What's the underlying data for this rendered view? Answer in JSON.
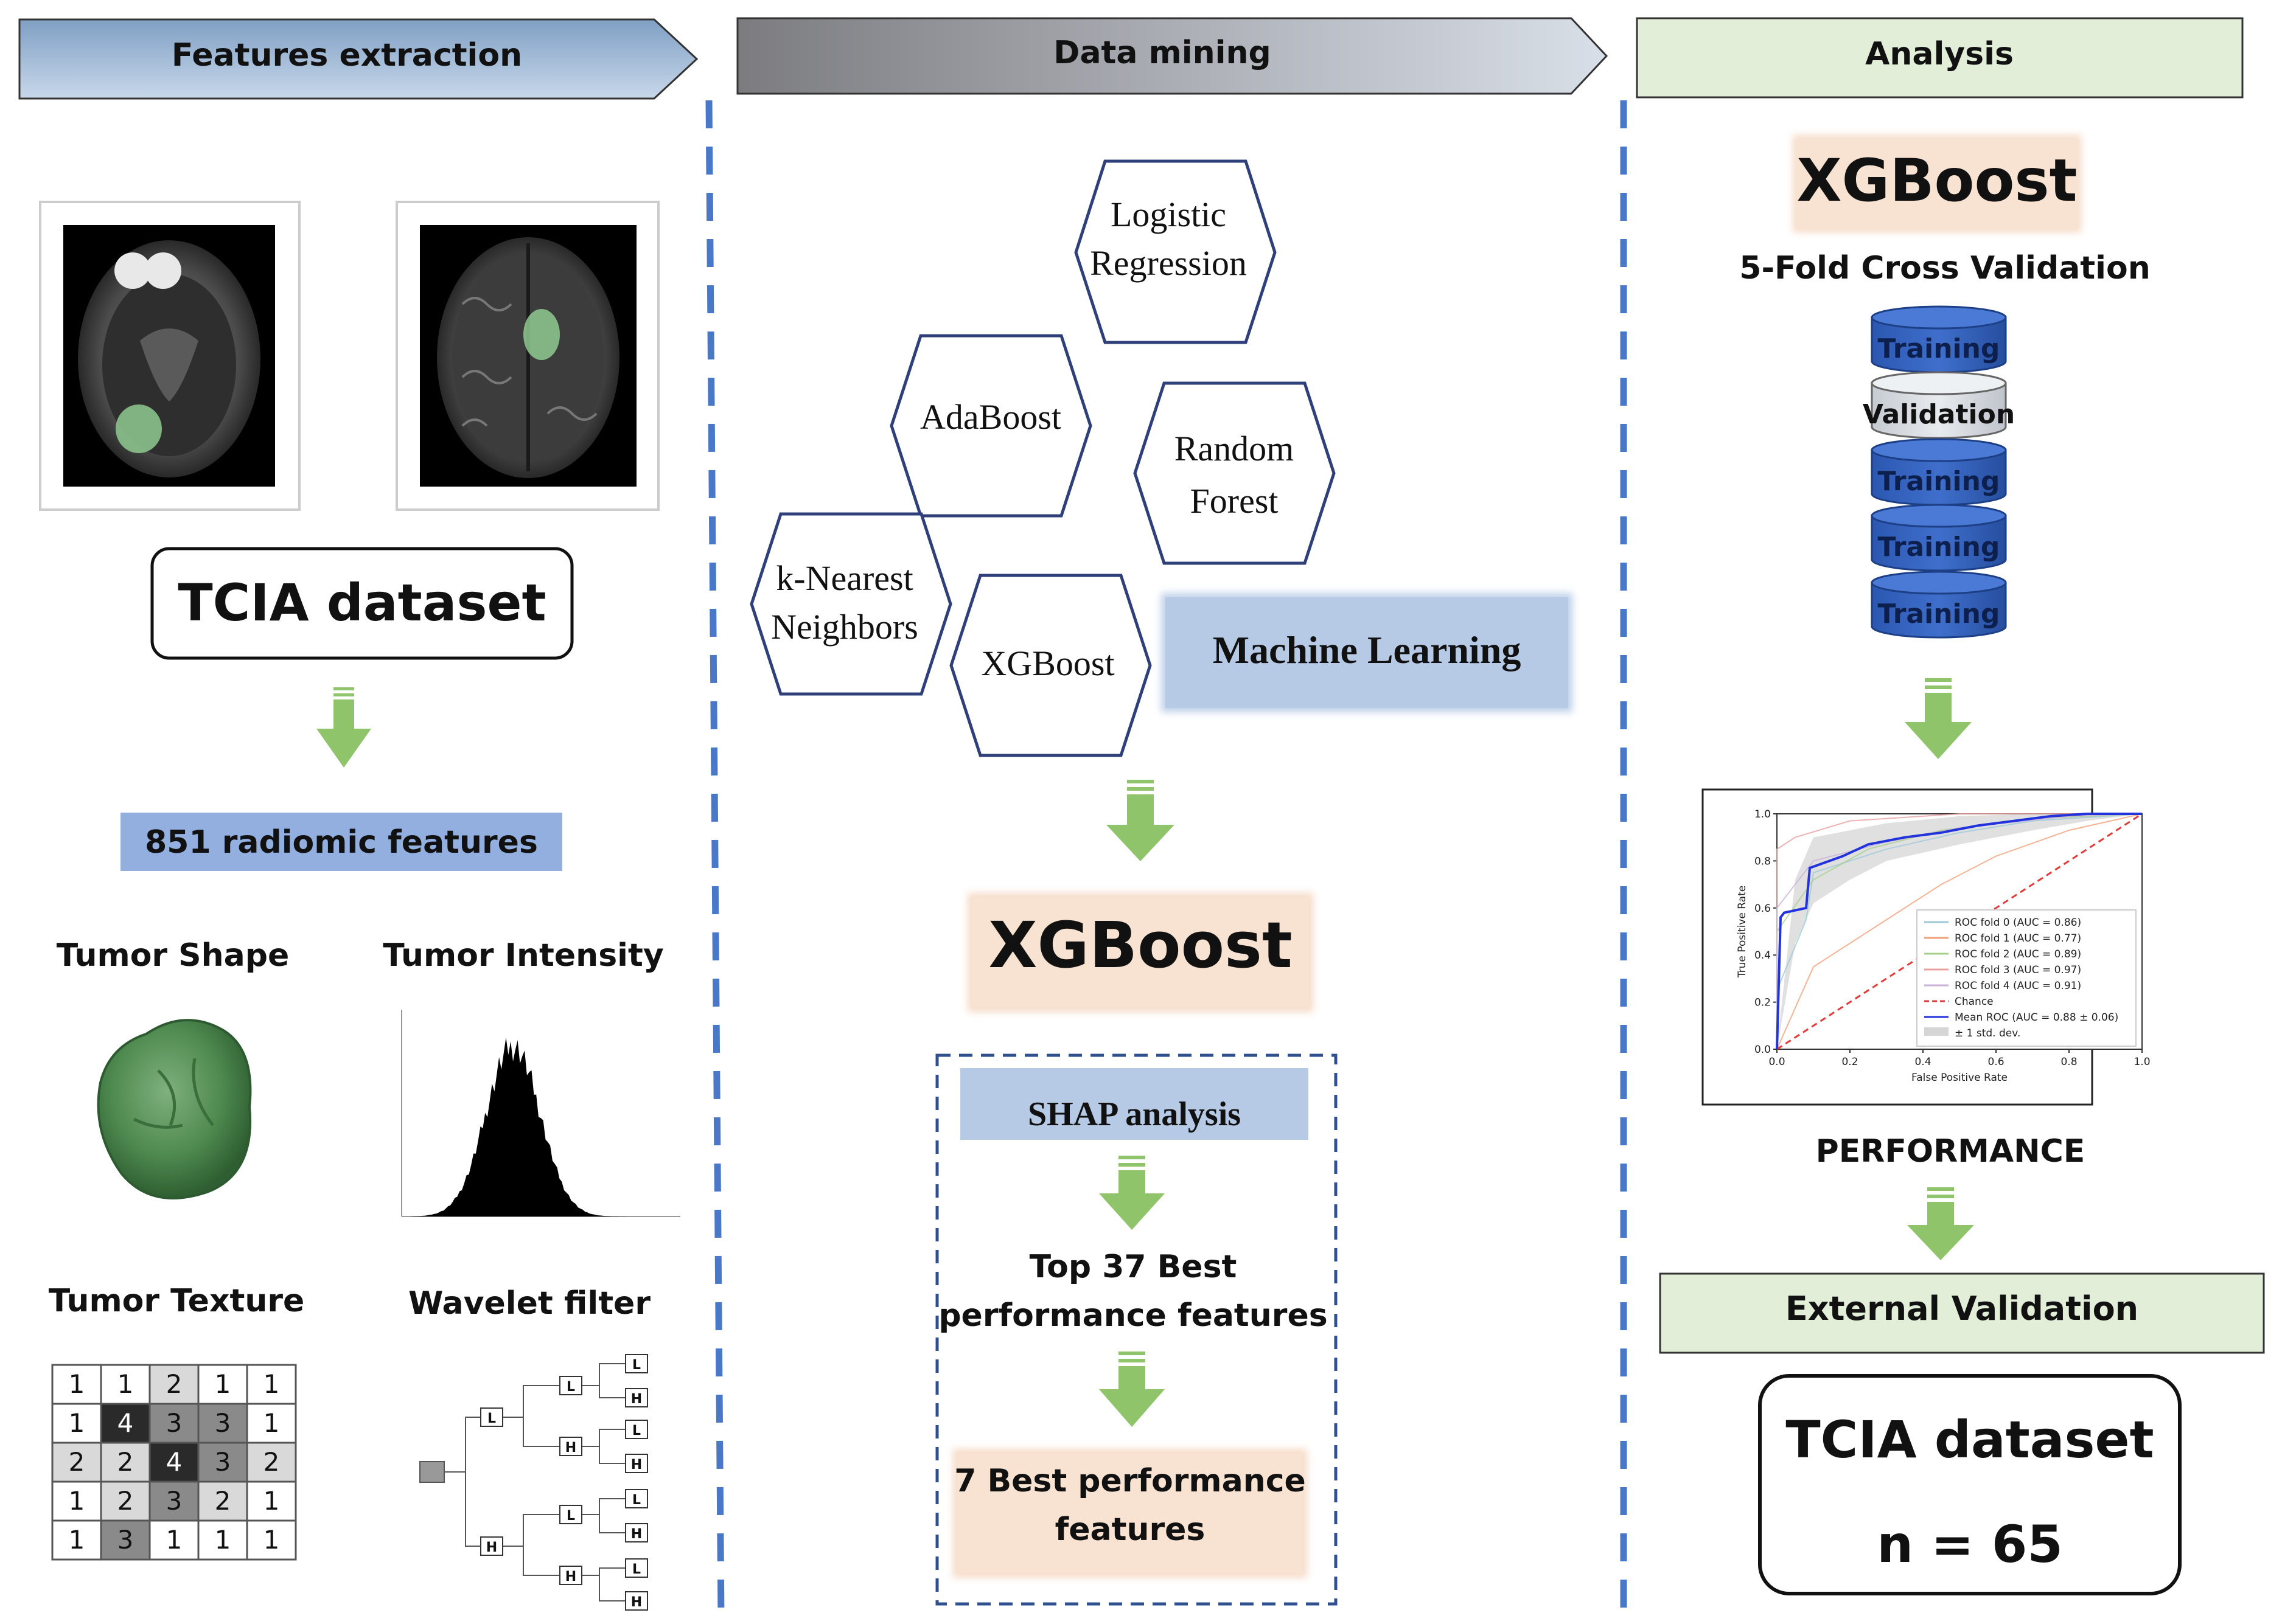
{
  "headers": {
    "features_extraction": "Features extraction",
    "data_mining": "Data mining",
    "analysis": "Analysis"
  },
  "left": {
    "dataset_label": "TCIA dataset",
    "radiomic_features": "851 radiomic features",
    "tumor_shape": "Tumor Shape",
    "tumor_intensity": "Tumor Intensity",
    "tumor_texture": "Tumor Texture",
    "wavelet_filter": "Wavelet filter",
    "texture_grid": [
      [
        1,
        1,
        2,
        1,
        1
      ],
      [
        1,
        4,
        3,
        3,
        1
      ],
      [
        2,
        2,
        4,
        3,
        2
      ],
      [
        1,
        2,
        3,
        2,
        1
      ],
      [
        1,
        3,
        1,
        1,
        1
      ]
    ],
    "wavelet_nodes": [
      "L",
      "H",
      "L",
      "H",
      "L",
      "H",
      "L",
      "H",
      "L",
      "H",
      "L",
      "H",
      "L",
      "H"
    ]
  },
  "middle": {
    "models": {
      "logistic_1": "Logistic",
      "logistic_2": "Regression",
      "adaboost": "AdaBoost",
      "rf_1": "Random",
      "rf_2": "Forest",
      "knn_1": "k-Nearest",
      "knn_2": "Neighbors",
      "xgboost": "XGBoost"
    },
    "machine_learning": "Machine Learning",
    "selected_model": "XGBoost",
    "shap": "SHAP analysis",
    "top37_1": "Top 37 Best",
    "top37_2": "performance features",
    "best7_1": "7 Best performance",
    "best7_2": "features"
  },
  "right": {
    "model": "XGBoost",
    "cv": "5-Fold Cross Validation",
    "folds": [
      "Training",
      "Validation",
      "Training",
      "Training",
      "Training"
    ],
    "performance": "PERFORMANCE",
    "external_validation": "External Validation",
    "dataset_1": "TCIA dataset",
    "dataset_2": "n = 65"
  },
  "chart_data": {
    "type": "line",
    "xlabel": "False Positive Rate",
    "ylabel": "True Positive Rate",
    "xlim": [
      0,
      1
    ],
    "ylim": [
      0,
      1
    ],
    "xticks": [
      "0.0",
      "0.2",
      "0.4",
      "0.6",
      "0.8",
      "1.0"
    ],
    "yticks": [
      "0.0",
      "0.2",
      "0.4",
      "0.6",
      "0.8",
      "1.0"
    ],
    "legend_position": "bottom-right",
    "series": [
      {
        "name": "ROC fold 0 (AUC = 0.86)",
        "color": "#9ec9d9",
        "x": [
          0,
          0,
          0.08,
          0.1,
          0.3,
          0.5,
          0.7,
          1
        ],
        "y": [
          0,
          0.25,
          0.55,
          0.75,
          0.85,
          0.92,
          0.97,
          1
        ]
      },
      {
        "name": "ROC fold 1 (AUC = 0.77)",
        "color": "#f0a07a",
        "x": [
          0,
          0.1,
          0.3,
          0.45,
          0.6,
          0.8,
          1
        ],
        "y": [
          0,
          0.35,
          0.55,
          0.7,
          0.82,
          0.93,
          1
        ]
      },
      {
        "name": "ROC fold 2 (AUC = 0.89)",
        "color": "#a8d08d",
        "x": [
          0,
          0,
          0.1,
          0.25,
          0.45,
          0.7,
          1
        ],
        "y": [
          0,
          0.5,
          0.72,
          0.85,
          0.93,
          0.98,
          1
        ]
      },
      {
        "name": "ROC fold 3 (AUC = 0.97)",
        "color": "#e8a0a0",
        "x": [
          0,
          0,
          0.05,
          0.2,
          0.5,
          1
        ],
        "y": [
          0,
          0.85,
          0.9,
          0.97,
          1,
          1
        ]
      },
      {
        "name": "ROC fold 4 (AUC = 0.91)",
        "color": "#c9b3d9",
        "x": [
          0,
          0,
          0.1,
          0.3,
          0.5,
          0.8,
          1
        ],
        "y": [
          0,
          0.6,
          0.8,
          0.88,
          0.94,
          0.99,
          1
        ]
      },
      {
        "name": "Chance",
        "color": "#e23b3b",
        "dashed": true,
        "x": [
          0,
          1
        ],
        "y": [
          0,
          1
        ]
      },
      {
        "name": "Mean ROC (AUC = 0.88 ± 0.06)",
        "color": "#2233dd",
        "x": [
          0,
          0.01,
          0.02,
          0.08,
          0.09,
          0.18,
          0.25,
          0.35,
          0.45,
          0.55,
          0.65,
          0.75,
          0.85,
          1
        ],
        "y": [
          0,
          0.56,
          0.58,
          0.6,
          0.77,
          0.82,
          0.87,
          0.9,
          0.92,
          0.95,
          0.97,
          0.99,
          1,
          1
        ]
      },
      {
        "name": "± 1 std. dev.",
        "color": "#bbbbbb",
        "band": true,
        "x": [
          0,
          0.05,
          0.1,
          0.2,
          0.3,
          0.5,
          0.7,
          0.85,
          1
        ],
        "lower": [
          0,
          0.45,
          0.62,
          0.72,
          0.8,
          0.87,
          0.93,
          0.97,
          1
        ],
        "upper": [
          0,
          0.72,
          0.9,
          0.93,
          0.96,
          0.99,
          1,
          1,
          1
        ]
      }
    ]
  }
}
